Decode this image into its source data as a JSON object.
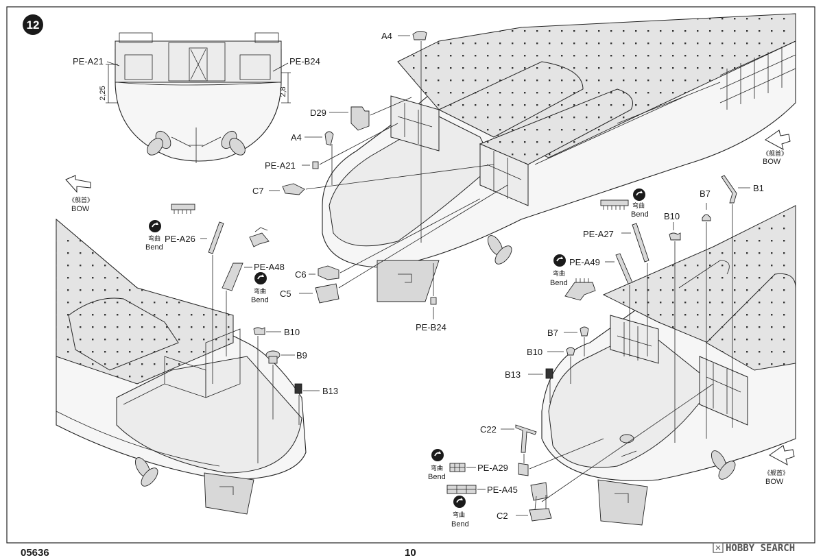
{
  "step": {
    "number": "12"
  },
  "footer": {
    "code": "05636",
    "page": "10",
    "watermark": "HOBBY SEARCH"
  },
  "bend_symbol": {
    "cn": "弯曲",
    "en": "Bend"
  },
  "bow_marker": {
    "cn": "《舰首》",
    "en": "BOW"
  },
  "stern_inset": {
    "labels": {
      "left_part": "PE-A21",
      "right_part": "PE-B24"
    },
    "dimensions": {
      "left": "2,25",
      "right": "2,8"
    }
  },
  "top_view": {
    "parts": [
      "A4",
      "D29",
      "A4",
      "PE-A21",
      "C7",
      "C6",
      "C5",
      "PE-B24"
    ]
  },
  "left_view": {
    "parts": [
      "PE-A26",
      "PE-A48",
      "B10",
      "B9",
      "B13"
    ]
  },
  "right_view": {
    "parts": [
      "B7",
      "B1",
      "B10",
      "PE-A27",
      "PE-A49",
      "B7",
      "B10",
      "B13",
      "C22",
      "PE-A29",
      "PE-A45",
      "C2"
    ]
  }
}
